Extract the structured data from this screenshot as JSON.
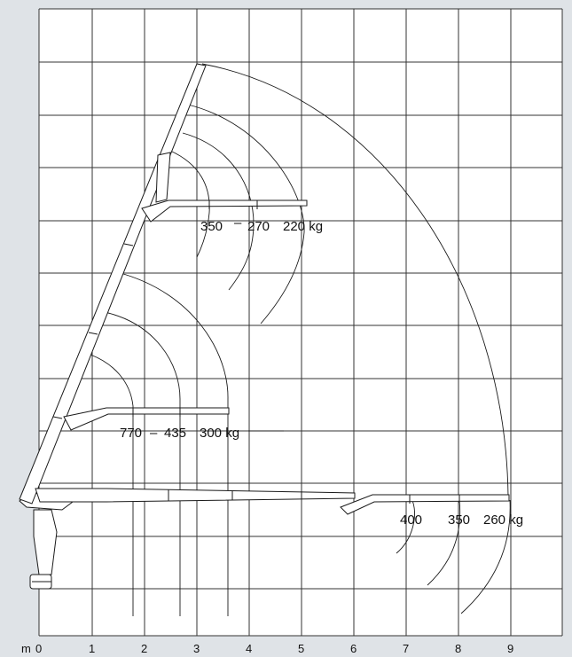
{
  "axis": {
    "unit_label": "m",
    "ticks": [
      "0",
      "1",
      "2",
      "3",
      "4",
      "5",
      "6",
      "7",
      "8",
      "9"
    ]
  },
  "load_groups": [
    {
      "loads": [
        "350",
        "270",
        "220 kg"
      ],
      "separators": [
        "–",
        ""
      ]
    },
    {
      "loads": [
        "770",
        "435",
        "300 kg"
      ],
      "separators": [
        "–",
        ""
      ]
    },
    {
      "loads": [
        "400",
        "350",
        "260 kg"
      ],
      "separators": [
        "",
        ""
      ]
    }
  ],
  "colors": {
    "background": "#dfe3e7",
    "grid": "#333333",
    "line": "#1a1a1a",
    "panel": "#ffffff"
  }
}
